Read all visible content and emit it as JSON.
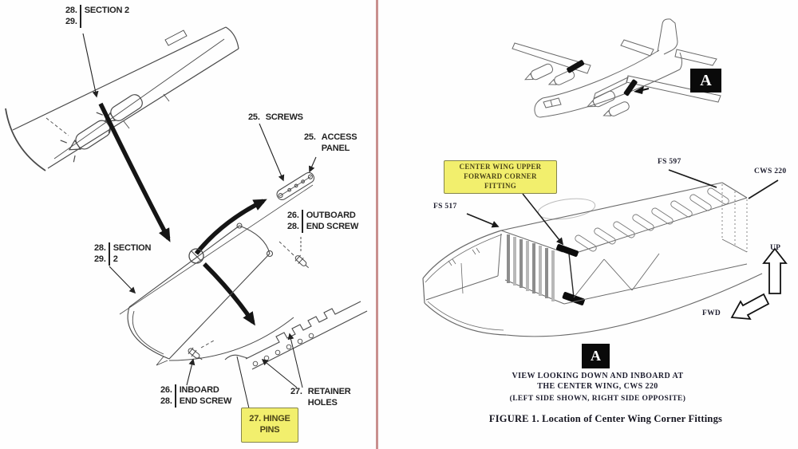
{
  "left": {
    "section_top": {
      "n1": "28.",
      "n2": "29.",
      "t1": "SECTION 2"
    },
    "screws": {
      "n1": "25.",
      "t1": "SCREWS"
    },
    "access_panel": {
      "n1": "25.",
      "t1": "ACCESS",
      "t2": "PANEL"
    },
    "outboard_end_screw": {
      "n1": "26.",
      "n2": "28.",
      "t1": "OUTBOARD",
      "t2": "END SCREW"
    },
    "section_mid": {
      "n1": "28.",
      "n2": "29.",
      "t1": "SECTION",
      "t2": "2"
    },
    "inboard_end_screw": {
      "n1": "26.",
      "n2": "28.",
      "t1": "INBOARD",
      "t2": "END SCREW"
    },
    "retainer_holes": {
      "n1": "27.",
      "t1": "RETAINER",
      "t2": "HOLES"
    },
    "hinge_pins": {
      "n1": "27.",
      "t1": "HINGE",
      "t2": "PINS"
    }
  },
  "right": {
    "detail_a_top": "A",
    "detail_a_bottom": "A",
    "fitting_callout": {
      "t1": "CENTER WING UPPER",
      "t2": "FORWARD CORNER",
      "t3": "FITTING"
    },
    "fs_517": "FS 517",
    "fs_597": "FS 597",
    "cws_220": "CWS 220",
    "up": "UP",
    "fwd": "FWD",
    "view_caption_1": "VIEW LOOKING DOWN AND INBOARD AT",
    "view_caption_2": "THE CENTER WING, CWS 220",
    "view_caption_3": "(LEFT SIDE SHOWN, RIGHT SIDE OPPOSITE)",
    "figure_title": "FIGURE 1. Location of Center Wing Corner Fittings"
  },
  "colors": {
    "divider": "#c9908f",
    "highlight_fill": "#f2ef6d",
    "highlight_border": "#85854a",
    "highlight_text": "#4b4418",
    "ink": "#222222"
  }
}
